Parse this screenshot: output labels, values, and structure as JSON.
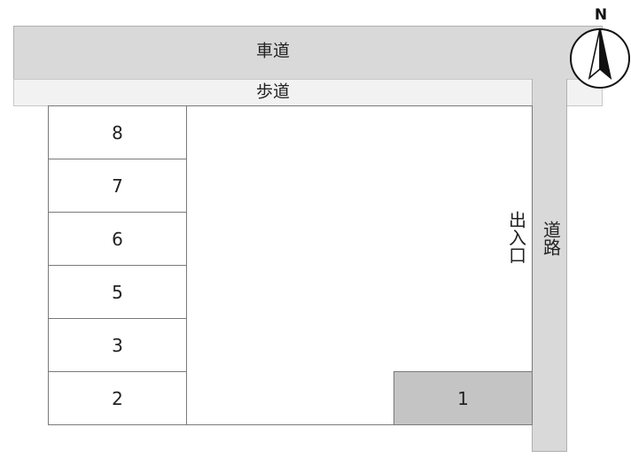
{
  "map": {
    "road_top_label": "車道",
    "sidewalk_label": "歩道",
    "side_road_label": "道路",
    "entrance_label": "出入口",
    "compass_label": "N"
  },
  "lots": [
    {
      "number": "8",
      "highlighted": false
    },
    {
      "number": "7",
      "highlighted": false
    },
    {
      "number": "6",
      "highlighted": false
    },
    {
      "number": "5",
      "highlighted": false
    },
    {
      "number": "3",
      "highlighted": false
    },
    {
      "number": "2",
      "highlighted": false
    },
    {
      "number": "1",
      "highlighted": true
    }
  ],
  "colors": {
    "road": "#d9d9d9",
    "sidewalk": "#f2f2f2",
    "highlight_lot": "#c4c4c4",
    "border": "#7a7a7a"
  }
}
